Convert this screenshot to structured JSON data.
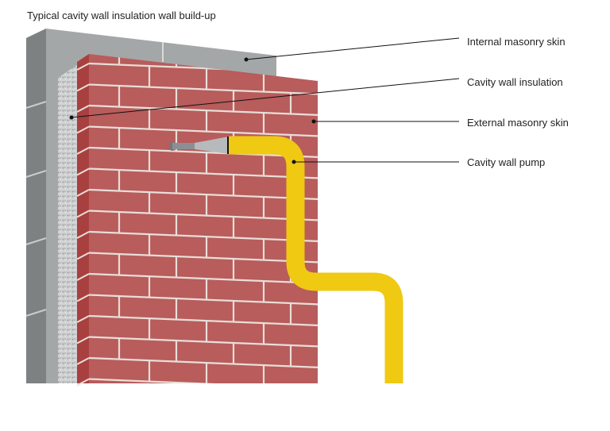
{
  "title": "Typical cavity wall insulation wall build-up",
  "labels": [
    {
      "id": "internal",
      "text": "Internal masonry skin"
    },
    {
      "id": "insulation",
      "text": "Cavity wall insulation"
    },
    {
      "id": "external",
      "text": "External masonry skin"
    },
    {
      "id": "pump",
      "text": "Cavity wall pump"
    }
  ],
  "colors": {
    "brick": "#b85c5c",
    "brick_side": "#a8403f",
    "mortar": "#e8ded8",
    "block": "#a4a7a8",
    "block_side": "#7d8182",
    "pipe": "#efc912"
  }
}
